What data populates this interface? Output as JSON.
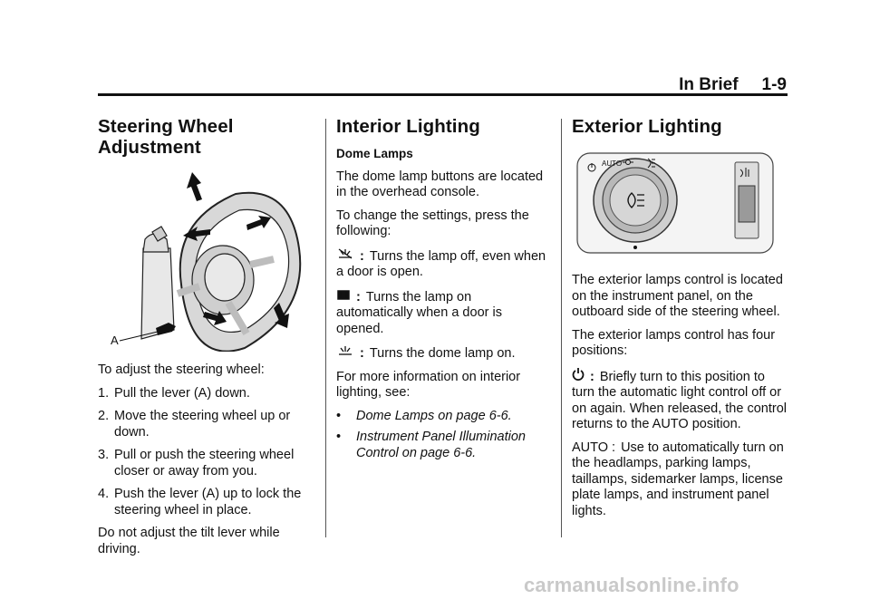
{
  "header": {
    "section": "In Brief",
    "page": "1-9"
  },
  "col1": {
    "title_line1": "Steering Wheel",
    "title_line2": "Adjustment",
    "figure_label": "A",
    "intro": "To adjust the steering wheel:",
    "steps": [
      {
        "num": "1.",
        "text": "Pull the lever (A) down."
      },
      {
        "num": "2.",
        "text": "Move the steering wheel up or down."
      },
      {
        "num": "3.",
        "text": "Pull or push the steering wheel closer or away from you."
      },
      {
        "num": "4.",
        "text": "Push the lever (A) up to lock the steering wheel in place."
      }
    ],
    "note": "Do not adjust the tilt lever while driving."
  },
  "col2": {
    "title": "Interior Lighting",
    "subhead": "Dome Lamps",
    "p1": "The dome lamp buttons are located in the overhead console.",
    "p2": "To change the settings, press the following:",
    "off_text": "Turns the lamp off, even when a door is open.",
    "door_text": "Turns the lamp on automatically when a door is opened.",
    "on_text": "Turns the dome lamp on.",
    "more": "For more information on interior lighting, see:",
    "refs": [
      "Dome Lamps on page 6-6.",
      "Instrument Panel Illumination Control on page 6-6."
    ]
  },
  "col3": {
    "title": "Exterior Lighting",
    "knob_labels": {
      "auto": "AUTO"
    },
    "p1": "The exterior lamps control is located on the instrument panel, on the outboard side of the steering wheel.",
    "p2": "The exterior lamps control has four positions:",
    "power_text": "Briefly turn to this position to turn the automatic light control off or on again. When released, the control returns to the AUTO position.",
    "auto_term": "AUTO :",
    "auto_text": "Use to automatically turn on the headlamps, parking lamps, taillamps, sidemarker lamps, license plate lamps, and instrument panel lights."
  },
  "watermark": "carmanualsonline.info"
}
